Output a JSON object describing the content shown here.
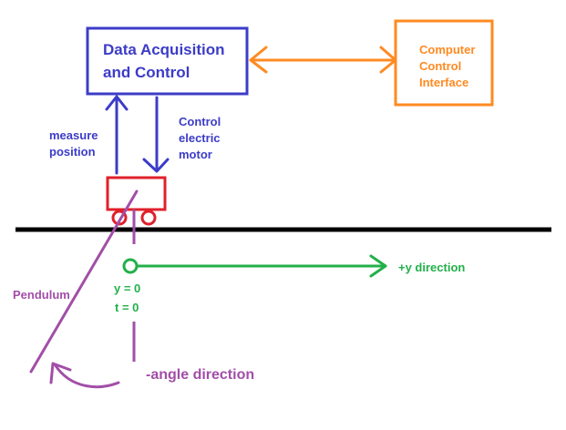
{
  "colors": {
    "blue": "#3c3cc8",
    "orange": "#ff8a22",
    "red": "#e0202a",
    "green": "#22b04a",
    "purple": "#a24ea8",
    "black": "#000000"
  },
  "daq_box": {
    "line1": "Data Acquisition",
    "line2": "and Control"
  },
  "computer_box": {
    "line1": "Computer",
    "line2": "Control",
    "line3": "Interface"
  },
  "labels": {
    "measure_1": "measure",
    "measure_2": "position",
    "control_1": "Control",
    "control_2": "electric",
    "control_3": "motor",
    "plus_y": "+y direction",
    "y0": "y = 0",
    "t0": "t = 0",
    "pendulum": "Pendulum",
    "angle": "-angle direction"
  }
}
